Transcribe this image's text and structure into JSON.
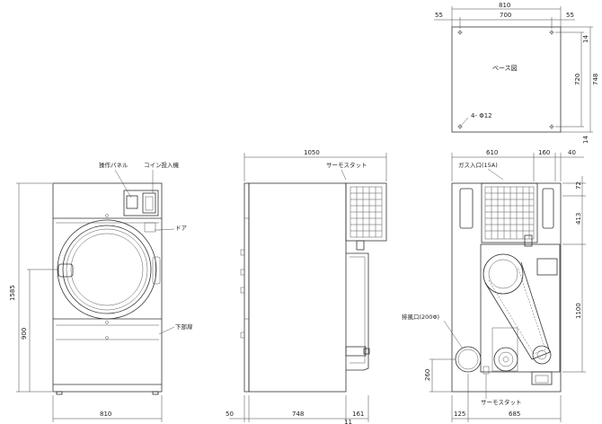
{
  "base_view": {
    "overall_width": "810",
    "left_margin": "55",
    "inner_width": "700",
    "right_margin": "55",
    "label": "ベース図",
    "overall_depth": "748",
    "inner_depth": "720",
    "top_margin": "14",
    "bottom_margin": "14",
    "hole_label": "4- Φ12"
  },
  "front_view": {
    "operation_panel": "操作パネル",
    "coin_slot": "コイン投入機",
    "door": "ドア",
    "lower_door": "下部扉",
    "height_total": "1585",
    "door_center_height": "900",
    "width": "810"
  },
  "side_view": {
    "overall_depth": "1050",
    "thermostat": "サーモスタット",
    "offset_left": "50",
    "body_depth": "748",
    "rear_depth": "161",
    "rear_gap": "11"
  },
  "rear_view": {
    "gas_inlet": "ガス入口(15A)",
    "dim_610": "610",
    "dim_160": "160",
    "dim_40": "40",
    "dim_72": "72",
    "dim_413": "413",
    "dim_1100": "1100",
    "exhaust": "排風口(200Φ)",
    "dim_260": "260",
    "thermostat": "サーモスタット",
    "dim_125": "125",
    "dim_685": "685"
  }
}
